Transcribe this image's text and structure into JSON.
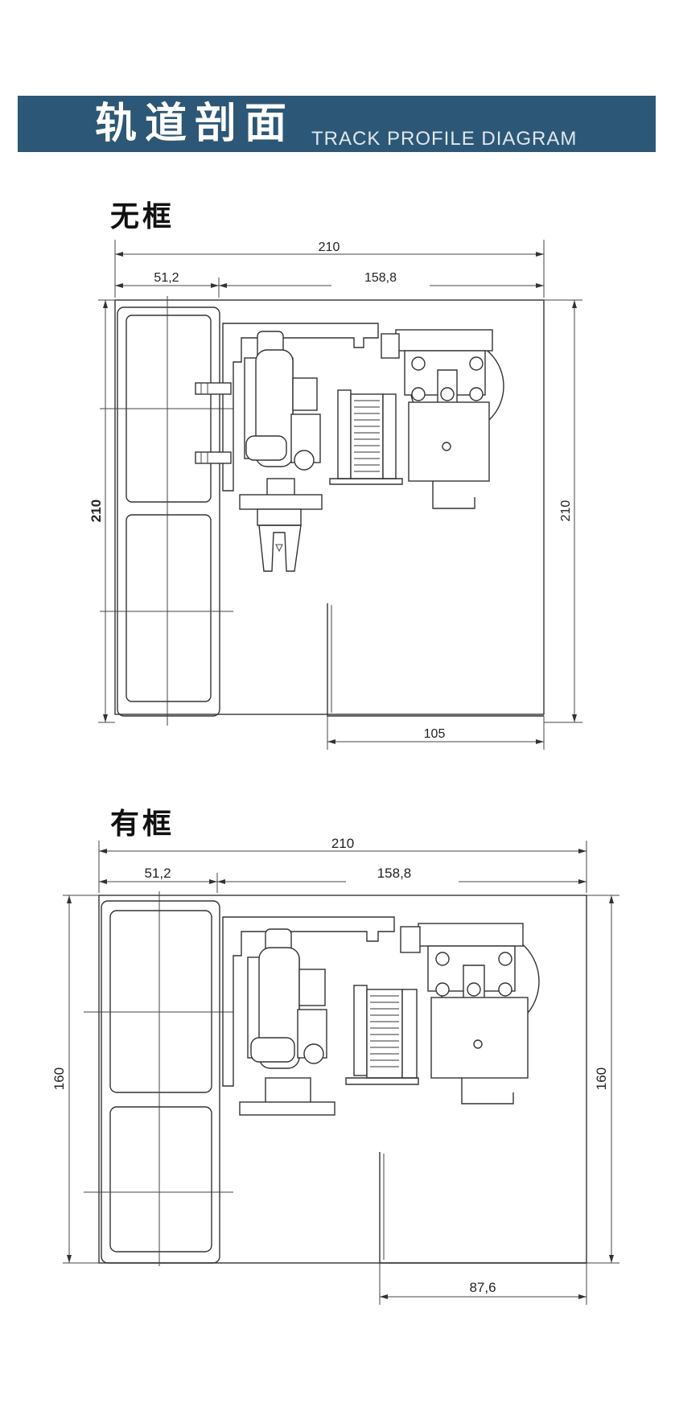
{
  "header": {
    "title_zh": "轨道剖面",
    "title_en": "TRACK PROFILE DIAGRAM"
  },
  "sections": [
    {
      "title": "无框",
      "dims": {
        "total_width": "210",
        "left_width": "51,2",
        "right_width": "158,8",
        "left_height": "210",
        "right_height": "210",
        "bottom_width": "105"
      }
    },
    {
      "title": "有框",
      "dims": {
        "total_width": "210",
        "left_width": "51,2",
        "right_width": "158,8",
        "left_height": "160",
        "right_height": "160",
        "bottom_width": "87,6"
      }
    }
  ]
}
